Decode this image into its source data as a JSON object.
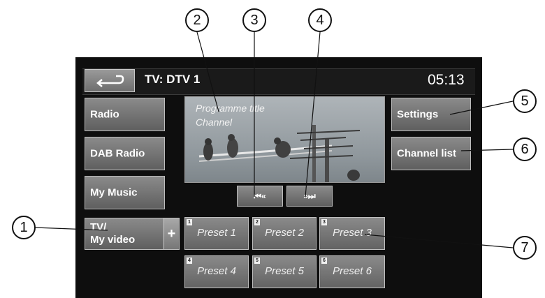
{
  "header": {
    "title": "TV: DTV 1",
    "clock": "05:13"
  },
  "sidebar": {
    "items": [
      {
        "label": "Radio"
      },
      {
        "label": "DAB Radio"
      },
      {
        "label": "My Music"
      },
      {
        "label_line1": "TV/",
        "label_line2": "My video",
        "plus": "+"
      }
    ]
  },
  "preview": {
    "programme_title": "Programme title",
    "channel": "Channel"
  },
  "controls": {
    "prev": "⏮«",
    "next": "»⏭"
  },
  "right_buttons": {
    "settings": "Settings",
    "channel_list": "Channel list"
  },
  "presets": [
    {
      "num": "1",
      "label": "Preset 1"
    },
    {
      "num": "2",
      "label": "Preset 2"
    },
    {
      "num": "3",
      "label": "Preset 3"
    },
    {
      "num": "4",
      "label": "Preset  4"
    },
    {
      "num": "5",
      "label": "Preset  5"
    },
    {
      "num": "6",
      "label": "Preset  6"
    }
  ],
  "callouts": [
    "1",
    "2",
    "3",
    "4",
    "5",
    "6",
    "7"
  ]
}
